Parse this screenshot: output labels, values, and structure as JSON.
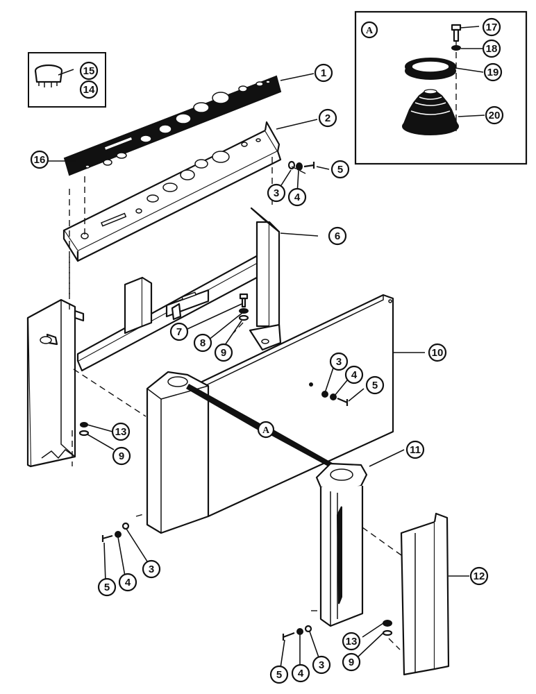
{
  "diagram": {
    "callouts": [
      {
        "id": "c1",
        "label": "1"
      },
      {
        "id": "c2",
        "label": "2"
      },
      {
        "id": "c3a",
        "label": "3"
      },
      {
        "id": "c4a",
        "label": "4"
      },
      {
        "id": "c5a",
        "label": "5"
      },
      {
        "id": "c6",
        "label": "6"
      },
      {
        "id": "c7",
        "label": "7"
      },
      {
        "id": "c8",
        "label": "8"
      },
      {
        "id": "c9a",
        "label": "9"
      },
      {
        "id": "c10",
        "label": "10"
      },
      {
        "id": "c3b",
        "label": "3"
      },
      {
        "id": "c4b",
        "label": "4"
      },
      {
        "id": "c5b",
        "label": "5"
      },
      {
        "id": "c11",
        "label": "11"
      },
      {
        "id": "c12",
        "label": "12"
      },
      {
        "id": "c13a",
        "label": "13"
      },
      {
        "id": "c9b",
        "label": "9"
      },
      {
        "id": "c14",
        "label": "14"
      },
      {
        "id": "c15",
        "label": "15"
      },
      {
        "id": "c16",
        "label": "16"
      },
      {
        "id": "c5c",
        "label": "5"
      },
      {
        "id": "c4c",
        "label": "4"
      },
      {
        "id": "c3c",
        "label": "3"
      },
      {
        "id": "c5d",
        "label": "5"
      },
      {
        "id": "c4d",
        "label": "4"
      },
      {
        "id": "c3d",
        "label": "3"
      },
      {
        "id": "c13b",
        "label": "13"
      },
      {
        "id": "c9c",
        "label": "9"
      },
      {
        "id": "c17",
        "label": "17"
      },
      {
        "id": "c18",
        "label": "18"
      },
      {
        "id": "c19",
        "label": "19"
      },
      {
        "id": "c20",
        "label": "20"
      }
    ],
    "detail_ref_label": "A",
    "inset_label": "A"
  }
}
